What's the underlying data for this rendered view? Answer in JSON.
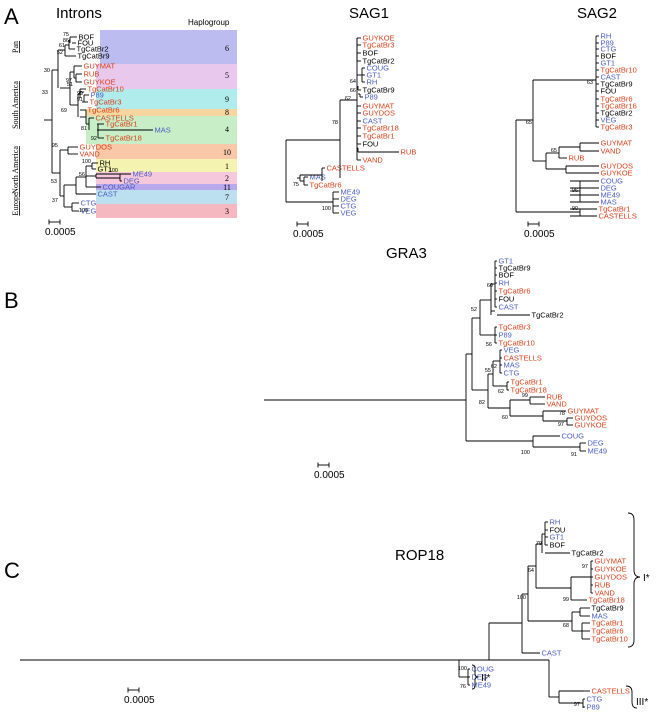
{
  "colors": {
    "red": "#d8401a",
    "blue": "#4a5cc0",
    "black": "#000000",
    "haplogroups": {
      "6": "#bcbcf0",
      "5": "#e8c8ec",
      "9": "#b0ecec",
      "8": "#f6d6a0",
      "4": "#c8eec8",
      "10": "#f8c8a8",
      "1": "#f4f4b0",
      "2": "#f6c8dc",
      "11": "#b8a8ec",
      "7": "#bde0f0",
      "3": "#f6b8c0"
    }
  },
  "panels": [
    {
      "letter": "A"
    },
    {
      "letter": "B"
    },
    {
      "letter": "C"
    }
  ],
  "trees": {
    "introns": {
      "title": "Introns",
      "haplogroup_header": "Haplogroup",
      "regions": [
        "Pan",
        "South America",
        "North America",
        "Europe"
      ],
      "scale_label": "0.0005",
      "haplogroups": [
        "6",
        "5",
        "9",
        "8",
        "4",
        "10",
        "1",
        "2",
        "11",
        "7",
        "3"
      ],
      "taxa": [
        {
          "name": "BOF",
          "color": "black"
        },
        {
          "name": "FOU",
          "color": "black"
        },
        {
          "name": "TgCatBr2",
          "color": "black"
        },
        {
          "name": "TgCatBr9",
          "color": "black"
        },
        {
          "name": "GUYMAT",
          "color": "red"
        },
        {
          "name": "RUB",
          "color": "red"
        },
        {
          "name": "GUYKOE",
          "color": "red"
        },
        {
          "name": "TgCatBr10",
          "color": "red"
        },
        {
          "name": "P89",
          "color": "blue"
        },
        {
          "name": "TgCatBr3",
          "color": "red"
        },
        {
          "name": "TgCatBr6",
          "color": "red"
        },
        {
          "name": "CASTELLS",
          "color": "red"
        },
        {
          "name": "TgCatBr1",
          "color": "red"
        },
        {
          "name": "MAS",
          "color": "blue"
        },
        {
          "name": "TgCatBr18",
          "color": "red"
        },
        {
          "name": "GUYDOS",
          "color": "red"
        },
        {
          "name": "VAND",
          "color": "red"
        },
        {
          "name": "RH",
          "color": "black"
        },
        {
          "name": "GT1",
          "color": "black"
        },
        {
          "name": "ME49",
          "color": "blue"
        },
        {
          "name": "DEG",
          "color": "blue"
        },
        {
          "name": "COUGAR",
          "color": "blue"
        },
        {
          "name": "CAST",
          "color": "blue"
        },
        {
          "name": "CTG",
          "color": "blue"
        },
        {
          "name": "VEG",
          "color": "blue"
        }
      ],
      "bootstrap": [
        "75",
        "86",
        "61",
        "52",
        "30",
        "97",
        "51",
        "33",
        "99",
        "91",
        "69",
        "81",
        "92",
        "95",
        "100",
        "56",
        "100",
        "53",
        "37",
        "100"
      ]
    },
    "sag1": {
      "title": "SAG1",
      "scale_label": "0.0005",
      "taxa": [
        {
          "name": "GUYKOE",
          "color": "red"
        },
        {
          "name": "TgCatBr3",
          "color": "red"
        },
        {
          "name": "BOF",
          "color": "black"
        },
        {
          "name": "TgCatBr2",
          "color": "black"
        },
        {
          "name": "COUG",
          "color": "blue"
        },
        {
          "name": "GT1",
          "color": "blue"
        },
        {
          "name": "RH",
          "color": "blue"
        },
        {
          "name": "TgCatBr9",
          "color": "black"
        },
        {
          "name": "P89",
          "color": "blue"
        },
        {
          "name": "GUYMAT",
          "color": "red"
        },
        {
          "name": "GUYDOS",
          "color": "red"
        },
        {
          "name": "CAST",
          "color": "blue"
        },
        {
          "name": "TgCatBr18",
          "color": "red"
        },
        {
          "name": "TgCatBr1",
          "color": "red"
        },
        {
          "name": "FOU",
          "color": "black"
        },
        {
          "name": "RUB",
          "color": "red"
        },
        {
          "name": "VAND",
          "color": "red"
        },
        {
          "name": "CASTELLS",
          "color": "red"
        },
        {
          "name": "MAS",
          "color": "blue"
        },
        {
          "name": "TgCatBr6",
          "color": "red"
        },
        {
          "name": "ME49",
          "color": "blue"
        },
        {
          "name": "DEG",
          "color": "blue"
        },
        {
          "name": "CTG",
          "color": "blue"
        },
        {
          "name": "VEG",
          "color": "blue"
        }
      ],
      "bootstrap": [
        "64",
        "66",
        "62",
        "78",
        "75",
        "100"
      ]
    },
    "sag2": {
      "title": "SAG2",
      "scale_label": "0.0005",
      "taxa": [
        {
          "name": "RH",
          "color": "blue"
        },
        {
          "name": "P89",
          "color": "blue"
        },
        {
          "name": "CTG",
          "color": "blue"
        },
        {
          "name": "BOF",
          "color": "black"
        },
        {
          "name": "GT1",
          "color": "blue"
        },
        {
          "name": "TgCatBr10",
          "color": "red"
        },
        {
          "name": "CAST",
          "color": "blue"
        },
        {
          "name": "TgCatBr9",
          "color": "black"
        },
        {
          "name": "FOU",
          "color": "black"
        },
        {
          "name": "TgCatBr6",
          "color": "red"
        },
        {
          "name": "TgCatBr16",
          "color": "red"
        },
        {
          "name": "TgCatBr2",
          "color": "black"
        },
        {
          "name": "VEG",
          "color": "blue"
        },
        {
          "name": "TgCatBr3",
          "color": "red"
        },
        {
          "name": "GUYMAT",
          "color": "red"
        },
        {
          "name": "VAND",
          "color": "red"
        },
        {
          "name": "RUB",
          "color": "red"
        },
        {
          "name": "GUYDOS",
          "color": "red"
        },
        {
          "name": "GUYKOE",
          "color": "red"
        },
        {
          "name": "COUG",
          "color": "blue"
        },
        {
          "name": "DEG",
          "color": "blue"
        },
        {
          "name": "ME49",
          "color": "blue"
        },
        {
          "name": "MAS",
          "color": "blue"
        },
        {
          "name": "TgCatBr1",
          "color": "red"
        },
        {
          "name": "CASTELLS",
          "color": "red"
        }
      ],
      "bootstrap": [
        "63",
        "65",
        "65",
        "96",
        "90"
      ]
    },
    "gra3": {
      "title": "GRA3",
      "scale_label": "0.0005",
      "taxa": [
        {
          "name": "GT1",
          "color": "blue"
        },
        {
          "name": "TgCatBr9",
          "color": "black"
        },
        {
          "name": "BOF",
          "color": "black"
        },
        {
          "name": "RH",
          "color": "blue"
        },
        {
          "name": "TgCatBr6",
          "color": "red"
        },
        {
          "name": "FOU",
          "color": "black"
        },
        {
          "name": "CAST",
          "color": "blue"
        },
        {
          "name": "TgCatBr2",
          "color": "black"
        },
        {
          "name": "TgCatBr3",
          "color": "red"
        },
        {
          "name": "P89",
          "color": "blue"
        },
        {
          "name": "TgCatBr10",
          "color": "red"
        },
        {
          "name": "VEG",
          "color": "blue"
        },
        {
          "name": "CASTELLS",
          "color": "red"
        },
        {
          "name": "MAS",
          "color": "blue"
        },
        {
          "name": "CTG",
          "color": "blue"
        },
        {
          "name": "TgCatBr1",
          "color": "red"
        },
        {
          "name": "TgCatBr18",
          "color": "red"
        },
        {
          "name": "RUB",
          "color": "red"
        },
        {
          "name": "VAND",
          "color": "red"
        },
        {
          "name": "GUYMAT",
          "color": "red"
        },
        {
          "name": "GUYDOS",
          "color": "red"
        },
        {
          "name": "GUYKOE",
          "color": "red"
        },
        {
          "name": "COUG",
          "color": "blue"
        },
        {
          "name": "DEG",
          "color": "blue"
        },
        {
          "name": "ME49",
          "color": "blue"
        }
      ],
      "bootstrap": [
        "60",
        "52",
        "56",
        "62",
        "55",
        "62",
        "82",
        "99",
        "60",
        "97",
        "78",
        "100",
        "91"
      ]
    },
    "rop18": {
      "title": "ROP18",
      "scale_label": "0.0005",
      "clade_labels": [
        "I*",
        "II*",
        "III*"
      ],
      "taxa": [
        {
          "name": "RH",
          "color": "blue"
        },
        {
          "name": "FOU",
          "color": "black"
        },
        {
          "name": "GT1",
          "color": "blue"
        },
        {
          "name": "BOF",
          "color": "black"
        },
        {
          "name": "TgCatBr2",
          "color": "black"
        },
        {
          "name": "GUYMAT",
          "color": "red"
        },
        {
          "name": "GUYKOE",
          "color": "red"
        },
        {
          "name": "GUYDOS",
          "color": "red"
        },
        {
          "name": "RUB",
          "color": "red"
        },
        {
          "name": "VAND",
          "color": "red"
        },
        {
          "name": "TgCatBr18",
          "color": "red"
        },
        {
          "name": "TgCatBr9",
          "color": "black"
        },
        {
          "name": "MAS",
          "color": "blue"
        },
        {
          "name": "TgCatBr1",
          "color": "red"
        },
        {
          "name": "TgCatBr6",
          "color": "red"
        },
        {
          "name": "TgCatBr10",
          "color": "red"
        },
        {
          "name": "CAST",
          "color": "blue"
        },
        {
          "name": "COUG",
          "color": "blue"
        },
        {
          "name": "DEG",
          "color": "blue"
        },
        {
          "name": "ME49",
          "color": "blue"
        },
        {
          "name": "CASTELLS",
          "color": "red"
        },
        {
          "name": "CTG",
          "color": "blue"
        },
        {
          "name": "P89",
          "color": "blue"
        },
        {
          "name": "VEG",
          "color": "blue"
        },
        {
          "name": "TgCatBr3",
          "color": "red"
        }
      ],
      "bootstrap": [
        "79",
        "97",
        "64",
        "99",
        "68",
        "100",
        "100",
        "76",
        "97"
      ]
    }
  }
}
